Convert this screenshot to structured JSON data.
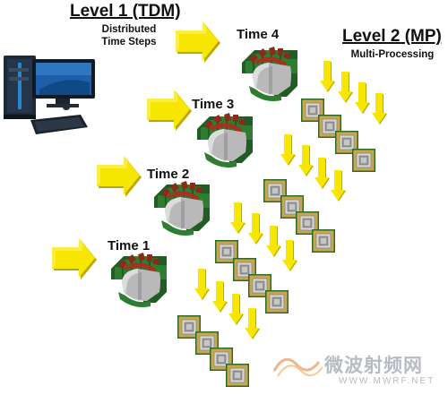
{
  "level1": {
    "title": "Level 1 (TDM)",
    "subtitle_line1": "Distributed",
    "subtitle_line2": "Time Steps"
  },
  "level2": {
    "title": "Level 2 (MP)",
    "subtitle": "Multi-Processing"
  },
  "time_steps": [
    {
      "label": "Time 1"
    },
    {
      "label": "Time 2"
    },
    {
      "label": "Time 3"
    },
    {
      "label": "Time 4"
    }
  ],
  "watermark": {
    "text": "微波射频网",
    "url": "WWW.MWRF.NET"
  },
  "colors": {
    "arrow_yellow": "#f6e600",
    "arrow_shadow": "#b8a800",
    "motor_green": "#2f7d31",
    "motor_red": "#8c2a1c",
    "motor_gray": "#b9b9b9",
    "chip_frame": "#2c6a2c",
    "chip_gold": "#c9a84a",
    "chip_silver": "#d0d0d0"
  }
}
